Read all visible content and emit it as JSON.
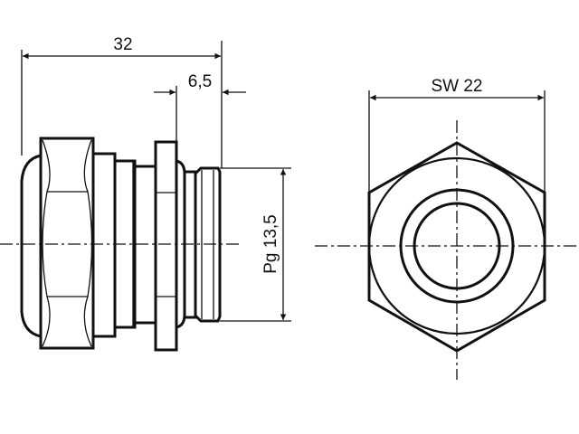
{
  "drawing": {
    "side_view": {
      "overall_length_label": "32",
      "thread_length_label": "6,5",
      "thread_size_label": "Pg 13,5"
    },
    "front_view": {
      "wrench_size_label": "SW 22"
    },
    "line_color": "#111111"
  }
}
